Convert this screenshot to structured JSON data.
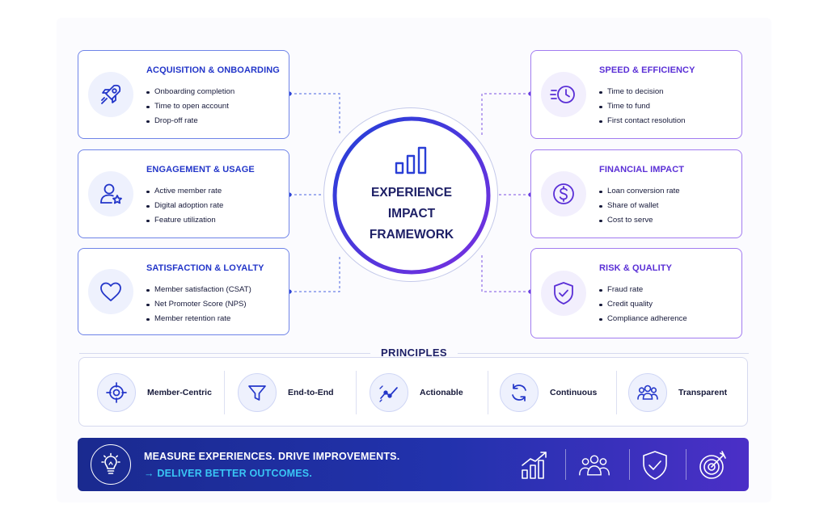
{
  "hub": {
    "title_lines": [
      "EXPERIENCE",
      "IMPACT",
      "FRAMEWORK"
    ]
  },
  "left_cards": [
    {
      "title": "ACQUISITION & ONBOARDING",
      "icon": "rocket-icon",
      "items": [
        "Onboarding completion",
        "Time to open account",
        "Drop-off rate"
      ]
    },
    {
      "title": "ENGAGEMENT & USAGE",
      "icon": "user-star-icon",
      "items": [
        "Active member rate",
        "Digital adoption rate",
        "Feature utilization"
      ]
    },
    {
      "title": "SATISFACTION & LOYALTY",
      "icon": "heart-icon",
      "items": [
        "Member satisfaction (CSAT)",
        "Net Promoter Score (NPS)",
        "Member retention rate"
      ]
    }
  ],
  "right_cards": [
    {
      "title": "SPEED & EFFICIENCY",
      "icon": "fast-clock-icon",
      "items": [
        "Time to decision",
        "Time to fund",
        "First contact resolution"
      ]
    },
    {
      "title": "FINANCIAL IMPACT",
      "icon": "dollar-icon",
      "items": [
        "Loan conversion rate",
        "Share of wallet",
        "Cost to serve"
      ]
    },
    {
      "title": "RISK & QUALITY",
      "icon": "shield-check-icon",
      "items": [
        "Fraud rate",
        "Credit quality",
        "Compliance adherence"
      ]
    }
  ],
  "principles": {
    "title": "PRINCIPLES",
    "items": [
      {
        "label": "Member-Centric",
        "icon": "target-icon"
      },
      {
        "label": "End-to-End",
        "icon": "funnel-icon"
      },
      {
        "label": "Actionable",
        "icon": "trend-line-icon"
      },
      {
        "label": "Continuous",
        "icon": "refresh-icon"
      },
      {
        "label": "Transparent",
        "icon": "people-icon"
      }
    ]
  },
  "banner": {
    "line1": "MEASURE EXPERIENCES. DRIVE IMPROVEMENTS.",
    "line2": "→ DELIVER BETTER OUTCOMES.",
    "icons": [
      "bar-chart-up-icon",
      "team-icon",
      "shield-check-icon",
      "bullseye-icon"
    ]
  },
  "colors": {
    "left_accent": "#2336c9",
    "right_accent": "#5a2fd6",
    "banner_highlight": "#39c6f5"
  }
}
